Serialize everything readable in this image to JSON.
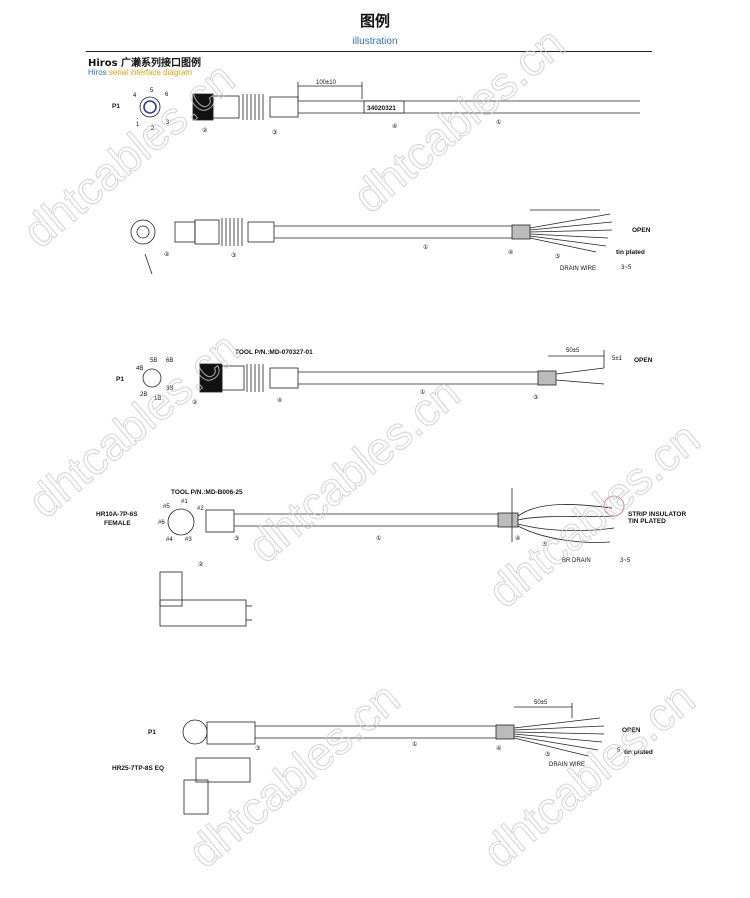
{
  "header": {
    "title": "图例",
    "subtitle": "illustration"
  },
  "section": {
    "title": "Hiros 广濑系列接口图例",
    "sub_blue": "Hiros",
    "sub_orange": "serial interface diagram"
  },
  "watermark": "dhtcables.cn",
  "callouts": {
    "c1": "①",
    "c2": "②",
    "c3": "③",
    "c4": "④",
    "c5": "⑤"
  },
  "d1": {
    "p1": "P1",
    "dim": "100±10",
    "part": "34020321",
    "pins": [
      "4",
      "5",
      "6",
      "1",
      "2",
      "3"
    ]
  },
  "d2": {
    "open": "OPEN",
    "tin": "tin plated",
    "dim": "3~5",
    "drain": "DRAIN WIRE"
  },
  "d3": {
    "p1": "P1",
    "tool": "TOOL P/N.:MD-070327-01",
    "dim1": "50±5",
    "dim2": "5±1",
    "open": "OPEN",
    "pins": [
      "5B",
      "6B",
      "4B",
      "3B",
      "2B",
      "1B"
    ]
  },
  "d4": {
    "conn": "HR10A-7P-6S",
    "gender": "FEMALE",
    "tool": "TOOL P/N.:MD-B006-25",
    "strip": "STRIP INSULATOR",
    "tin": "TIN PLATED",
    "drain": "BR   DRAIN",
    "dim": "3~5",
    "pins": [
      "#5",
      "#1",
      "#6",
      "#2",
      "#4",
      "#3"
    ]
  },
  "d5": {
    "p1": "P1",
    "conn": "HR25-7TP-8S EQ",
    "dim": "50±5",
    "open": "OPEN",
    "tin": "tin plated",
    "drain": "DRAIN WIRE",
    "dim2": "5"
  }
}
